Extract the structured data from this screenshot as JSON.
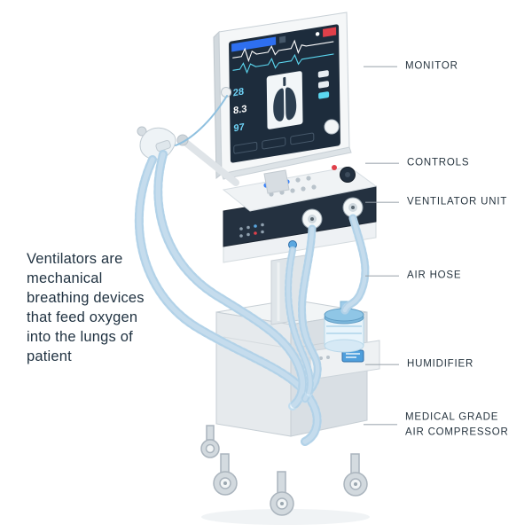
{
  "description_text": "Ventilators are\nmechanical\nbreathing devices\nthat feed oxygen\ninto the lungs of\npatient",
  "callouts": {
    "monitor": "MONITOR",
    "controls": "CONTROLS",
    "ventilator_unit": "VENTILATOR UNIT",
    "air_hose": "AIR HOSE",
    "humidifier": "HUMIDIFIER",
    "compressor_line1": "MEDICAL GRADE",
    "compressor_line2": "AIR COMPRESSOR"
  },
  "monitor_screen": {
    "reading_1": "28",
    "reading_2": "8.3",
    "reading_3": "97"
  },
  "colors": {
    "label_text": "#26343f",
    "accent_blue": "#2e6ff0",
    "alert_red": "#e0404a",
    "hose_blue": "#bcd9ee",
    "unit_dark": "#243140"
  }
}
